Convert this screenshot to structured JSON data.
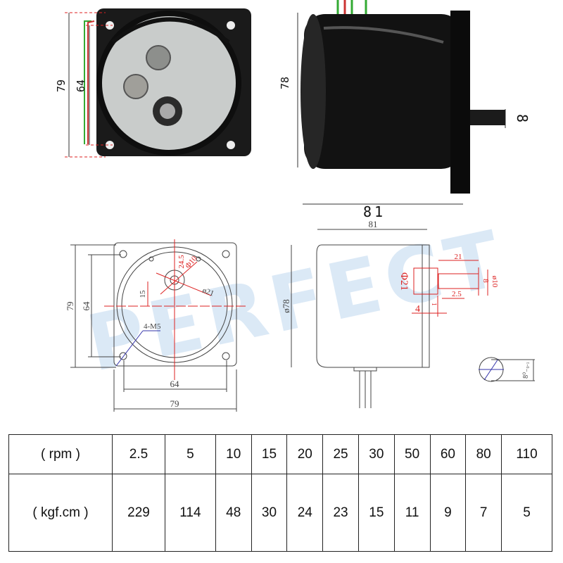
{
  "photo_dimensions": {
    "front_height": "79",
    "front_hole_spacing": "64",
    "side_diameter": "78",
    "shaft": "8",
    "length": "81"
  },
  "drawing": {
    "watermark": "PERFECT",
    "front_view": {
      "height": "79",
      "hole_spacing_v": "64",
      "hole_spacing_h": "64",
      "width": "79",
      "shaft_offset": "15",
      "boss_height": "24.5",
      "shaft_dia": "Φ10",
      "boss_dia": "ø21",
      "mount_holes": "4-M5"
    },
    "side_view": {
      "length": "81",
      "body_dia": "ø78",
      "boss_dia": "Φ21",
      "shaft_length": "21",
      "flat": "8",
      "shaft_dia": "ø10",
      "step": "2.5",
      "boss_len": "4",
      "small": "1",
      "flat_tol": "8⁰₋₀.₁"
    }
  },
  "table": {
    "row_labels": [
      "( rpm )",
      "( kgf.cm )"
    ],
    "rpm": [
      "2.5",
      "5",
      "10",
      "15",
      "20",
      "25",
      "30",
      "50",
      "60",
      "80",
      "110"
    ],
    "torque": [
      "229",
      "114",
      "48",
      "30",
      "24",
      "23",
      "15",
      "11",
      "9",
      "7",
      "5"
    ]
  },
  "colors": {
    "dimension_red": "#dd2222",
    "motor_body": "#111111",
    "plate_grey": "#c9cccb",
    "watermark": "#dbe9f6"
  }
}
